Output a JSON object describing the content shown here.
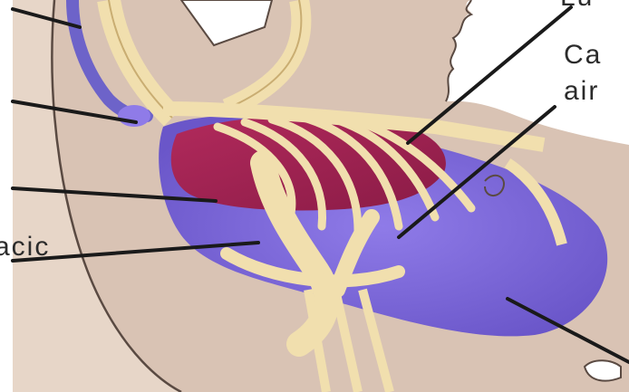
{
  "labels": {
    "top_right_partial": "Lu",
    "right_line1_partial": "Ca",
    "right_line2_partial": "air",
    "left_partial": "acic"
  },
  "colors": {
    "background": "#ffffff",
    "body_tissue": "#d9c3b4",
    "skin_outline": "#5a4a42",
    "bone": "#f1dfae",
    "bone_outline": "#c9ad72",
    "lung_red": "#a1204f",
    "air_sac_purple": "#8f75e0",
    "leader_line": "#1a1a1a"
  }
}
